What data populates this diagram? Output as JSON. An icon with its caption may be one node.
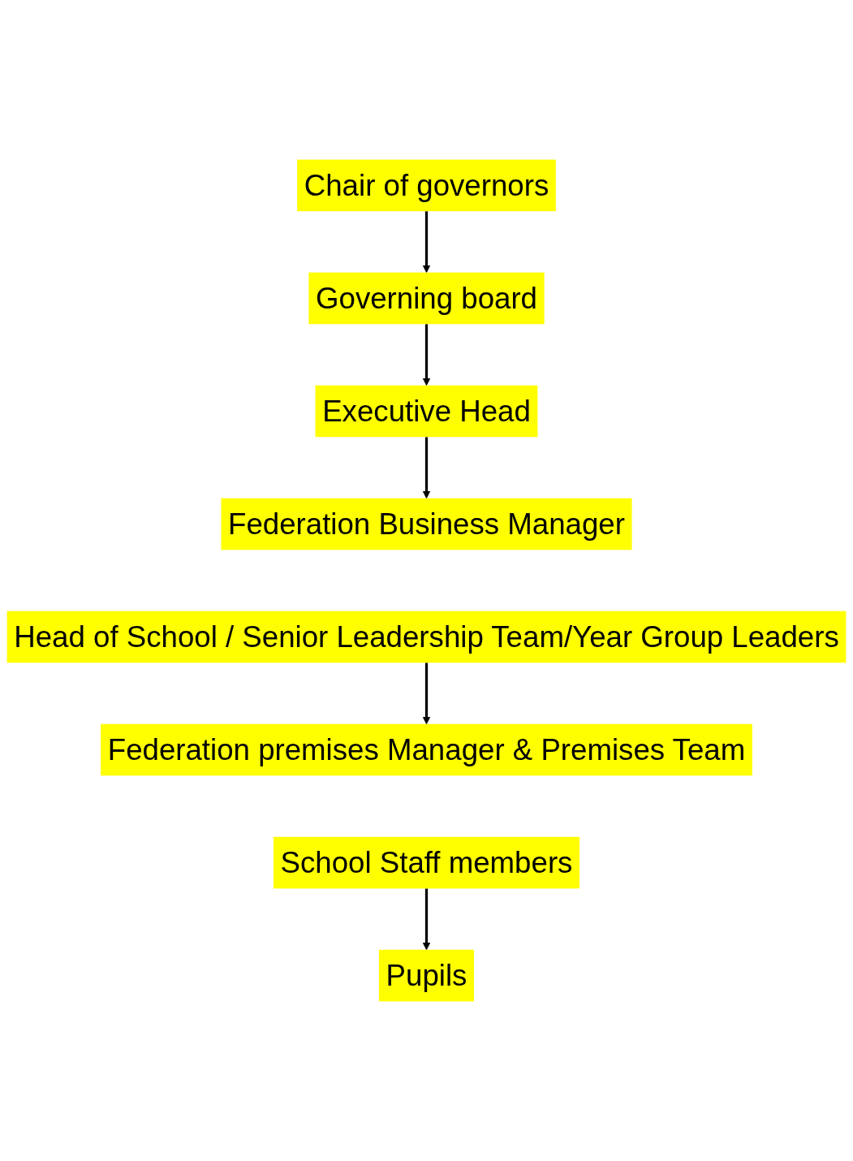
{
  "diagram": {
    "nodes": [
      {
        "text": [
          "Chair of governors"
        ]
      },
      {
        "text": [
          "Governing board"
        ]
      },
      {
        "text": [
          "Executive Head"
        ]
      },
      {
        "text": [
          "Federation Business Manager"
        ]
      },
      {
        "text": [
          "Head of School / Senior Leadership Team/Year Group Leaders"
        ]
      },
      {
        "text": [
          "Federation premises Manager & Premises Team"
        ]
      },
      {
        "text": [
          "School Staff members"
        ]
      },
      {
        "text": [
          "Pupils"
        ]
      }
    ],
    "edges": [
      {
        "from": 0,
        "to": 1,
        "arrow": "to"
      },
      {
        "from": 1,
        "to": 2,
        "arrow": "to"
      },
      {
        "from": 2,
        "to": 3,
        "arrow": "to"
      },
      {
        "from": 4,
        "to": 5,
        "arrow": "to"
      },
      {
        "from": 6,
        "to": 7,
        "arrow": "to"
      }
    ]
  }
}
